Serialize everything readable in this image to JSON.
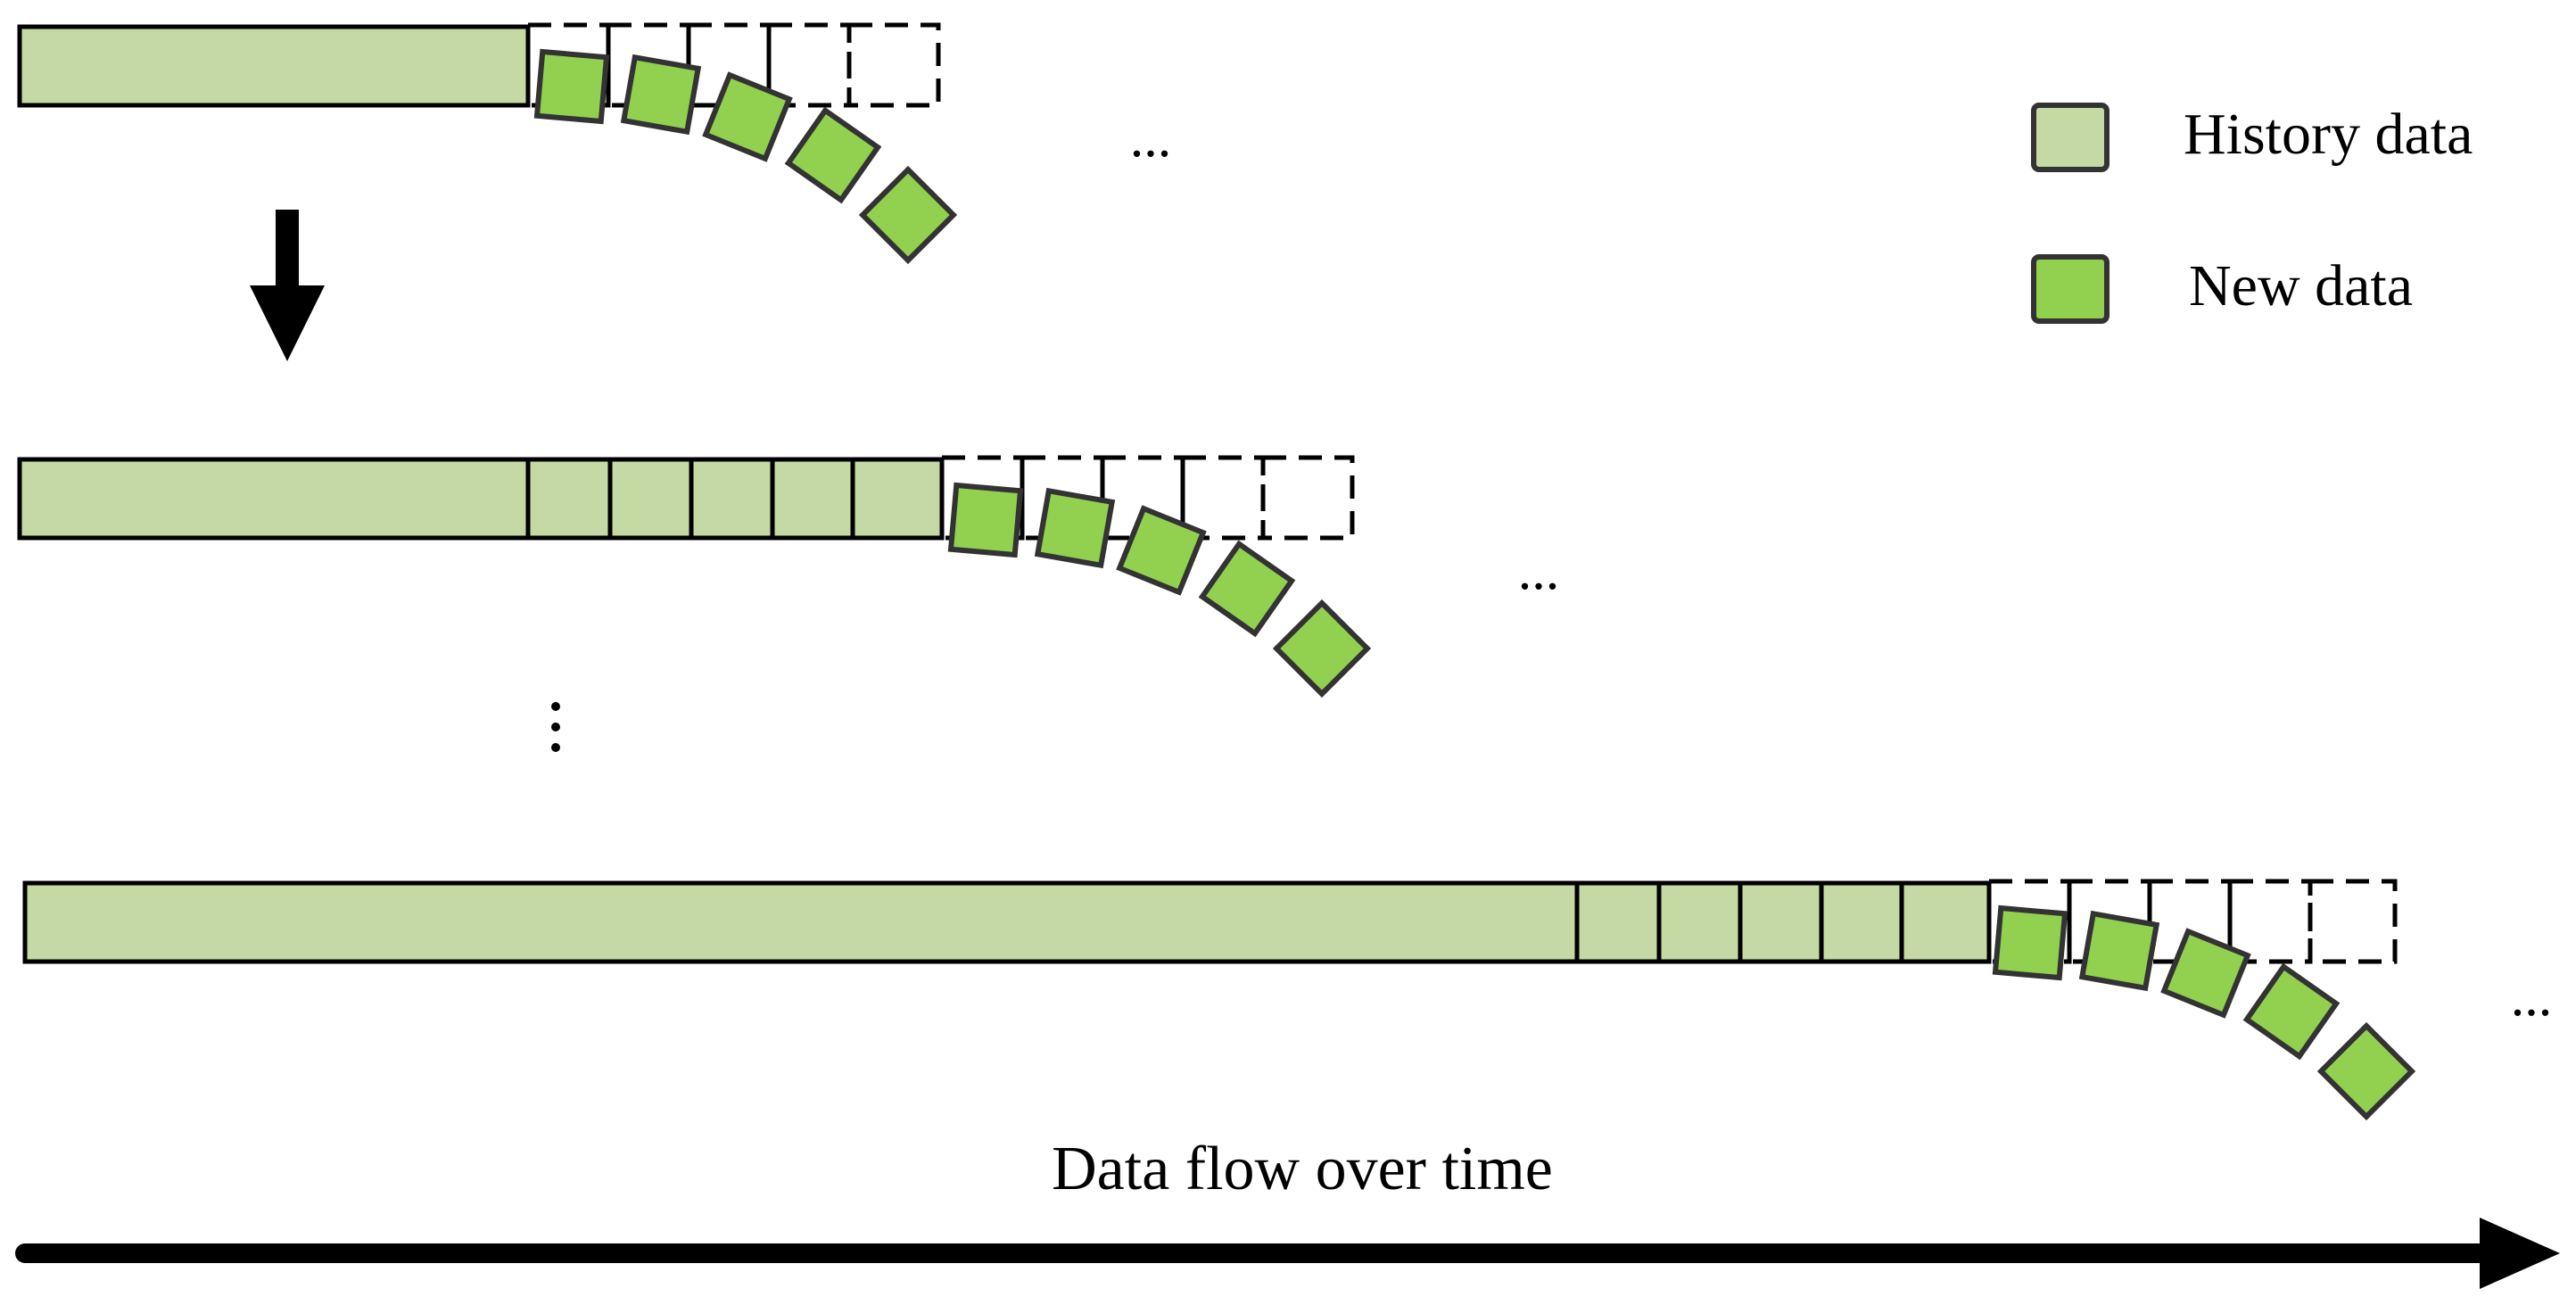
{
  "colors": {
    "history_fill": "#c5d9a4",
    "new_fill": "#92d050",
    "stroke": "#000000",
    "background": "#ffffff"
  },
  "legend": {
    "history_label": "History data",
    "new_label": "New data"
  },
  "ellipsis_row1": "...",
  "ellipsis_row2": "...",
  "ellipsis_row3": "...",
  "vertical_ellipsis": "⋮",
  "axis": {
    "label": "Data flow over time"
  },
  "rows": [
    {
      "history_cells": 0
    },
    {
      "history_cells": 5
    },
    {
      "history_cells": 5
    }
  ]
}
